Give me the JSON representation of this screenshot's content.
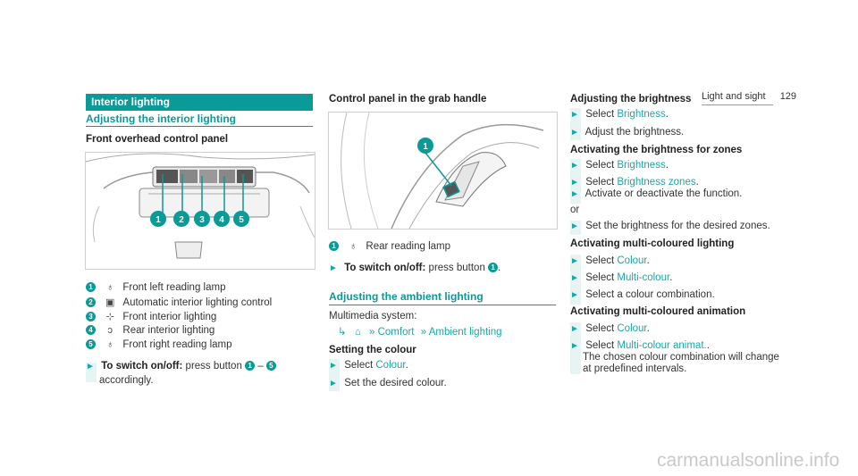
{
  "header": {
    "section": "Light and sight",
    "page": "129"
  },
  "left": {
    "section_bar": "Interior lighting",
    "sub_heading": "Adjusting the interior lighting",
    "panel_title": "Front overhead control panel",
    "legend": [
      {
        "n": "1",
        "icon": "reading-lamp-icon",
        "glyph": "♁",
        "text": "Front left reading lamp"
      },
      {
        "n": "2",
        "icon": "auto-light-icon",
        "glyph": "▣",
        "text": "Automatic interior lighting control"
      },
      {
        "n": "3",
        "icon": "front-light-icon",
        "glyph": "⊹",
        "text": "Front interior lighting"
      },
      {
        "n": "4",
        "icon": "rear-light-icon",
        "glyph": "ↄ",
        "text": "Rear interior lighting"
      },
      {
        "n": "5",
        "icon": "reading-lamp-icon",
        "glyph": "♁",
        "text": "Front right reading lamp"
      }
    ],
    "switch_label": "To switch on/off:",
    "switch_text": "press button",
    "switch_from": "1",
    "switch_dash": "–",
    "switch_to": "5",
    "switch_text2": "accordingly."
  },
  "middle": {
    "panel_title": "Control panel in the grab handle",
    "legend_n": "1",
    "legend_text": "Rear reading lamp",
    "switch_label": "To switch on/off:",
    "switch_text": "press button",
    "switch_n": "1",
    "ambient_heading": "Adjusting the ambient lighting",
    "multimedia": "Multimedia system:",
    "path_1": "Comfort",
    "path_2": "Ambient lighting",
    "colour_heading": "Setting the colour",
    "select": "Select",
    "colour_link": "Colour",
    "step2": "Set the desired colour."
  },
  "right": {
    "brightness_heading": "Adjusting the brightness",
    "select": "Select",
    "brightness_link": "Brightness",
    "adjust": "Adjust the brightness.",
    "zones_heading": "Activating the brightness for zones",
    "zones_link": "Brightness zones",
    "activate": "Activate or deactivate the function.",
    "or": "or",
    "set_zones": "Set the brightness for the desired zones.",
    "multi_heading": "Activating multi-coloured lighting",
    "colour_link": "Colour",
    "multi_link": "Multi-colour",
    "select_combo": "Select a colour combination.",
    "anim_heading": "Activating multi-coloured animation",
    "anim_link": "Multi-colour animat.",
    "anim_text1": "The chosen colour combination will change",
    "anim_text2": "at predefined intervals."
  },
  "watermark": "carmanualsonline.info",
  "colors": {
    "accent": "#0a9a97",
    "link": "#17a9a5",
    "step_bar": "#e6f4f3"
  }
}
